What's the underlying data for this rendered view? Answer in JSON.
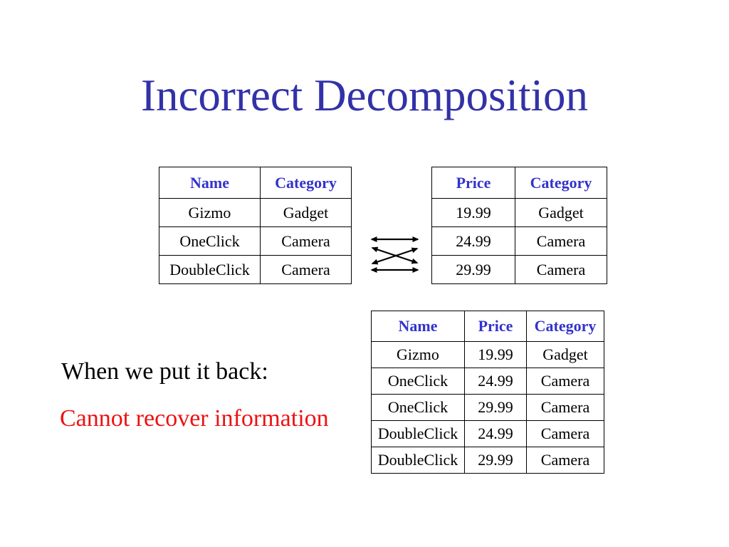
{
  "slide": {
    "title": "Incorrect Decomposition",
    "notes": {
      "line1": "When we put it back:",
      "line2": "Cannot recover information"
    }
  },
  "tables": {
    "name_category": {
      "headers": [
        "Name",
        "Category"
      ],
      "rows": [
        [
          "Gizmo",
          "Gadget"
        ],
        [
          "OneClick",
          "Camera"
        ],
        [
          "DoubleClick",
          "Camera"
        ]
      ]
    },
    "price_category": {
      "headers": [
        "Price",
        "Category"
      ],
      "rows": [
        [
          "19.99",
          "Gadget"
        ],
        [
          "24.99",
          "Camera"
        ],
        [
          "29.99",
          "Camera"
        ]
      ]
    },
    "joined": {
      "headers": [
        "Name",
        "Price",
        "Category"
      ],
      "rows": [
        [
          "Gizmo",
          "19.99",
          "Gadget"
        ],
        [
          "OneClick",
          "24.99",
          "Camera"
        ],
        [
          "OneClick",
          "29.99",
          "Camera"
        ],
        [
          "DoubleClick",
          "24.99",
          "Camera"
        ],
        [
          "DoubleClick",
          "29.99",
          "Camera"
        ]
      ]
    }
  },
  "icons": {
    "join_arrows": "four double-headed arrows (two horizontal, two crossing diagonals) linking the decomposed tables"
  },
  "colors": {
    "title_blue": "#3232A8",
    "header_blue": "#3333CC",
    "note_red": "#EE1111",
    "text_black": "#000000",
    "border_black": "#000000",
    "background": "#FFFFFF"
  }
}
